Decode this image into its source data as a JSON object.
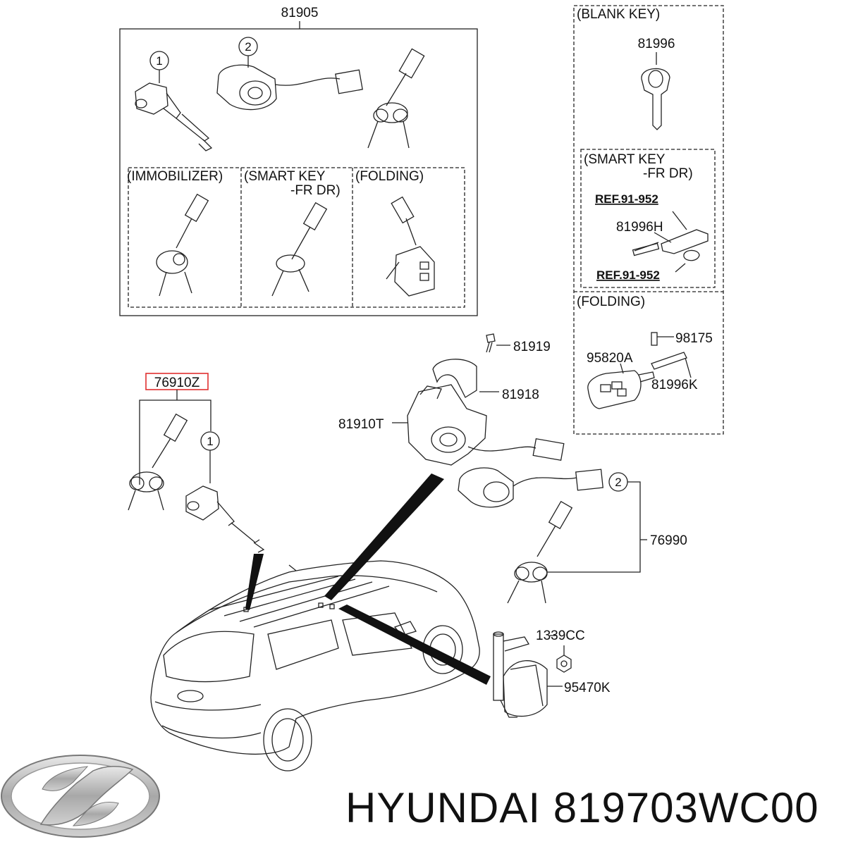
{
  "main_assembly": {
    "part_no": "81905",
    "callout_1": "1",
    "callout_2": "2",
    "variant_immobilizer": "(IMMOBILIZER)",
    "variant_smart_key_line1": "(SMART KEY",
    "variant_smart_key_line2": "-FR DR)",
    "variant_folding": "(FOLDING)"
  },
  "right_panel": {
    "blank_key_title": "(BLANK KEY)",
    "blank_key_part": "81996",
    "smart_key_title_line1": "(SMART KEY",
    "smart_key_title_line2": "-FR DR)",
    "ref_top": "REF.91-952",
    "smart_key_part": "81996H",
    "ref_bottom": "REF.91-952",
    "folding_title": "(FOLDING)",
    "pin_part": "98175",
    "folding_key_part": "95820A",
    "blade_part": "81996K"
  },
  "lower": {
    "highlighted_part": "76910Z",
    "callout_1": "1",
    "screw_part": "81919",
    "housing_part": "81918",
    "lock_body_part": "81910T",
    "callout_2": "2",
    "key_set_part": "76990",
    "nut_part": "1339CC",
    "antenna_part": "95470K"
  },
  "footer": {
    "brand_text": "HYUNDAI 819703WC00",
    "logo_text": "HYUNDAI"
  },
  "colors": {
    "line": "#222222",
    "highlight_box": "#e03030",
    "logo_silver": "#b8b8b8"
  },
  "icons": [
    "hyundai-logo-icon"
  ]
}
